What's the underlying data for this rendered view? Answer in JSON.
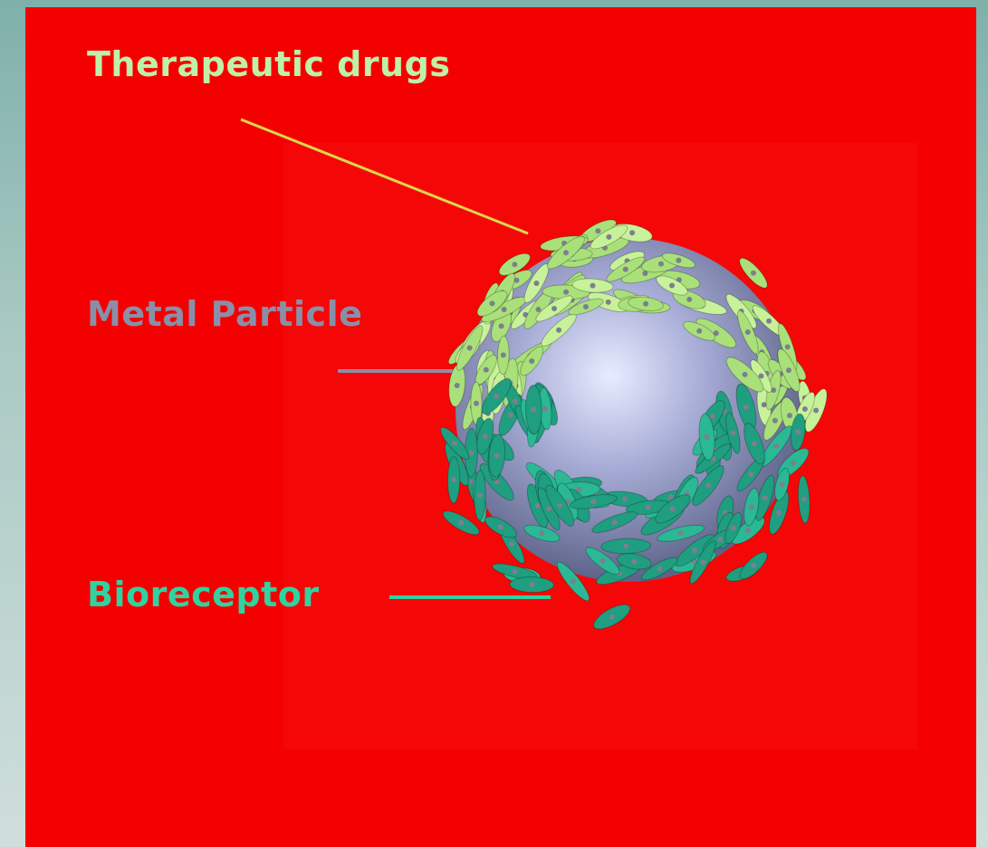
{
  "labels": {
    "therapeutic_drugs": "Therapeutic drugs",
    "metal_particle": "Metal Particle",
    "bioreceptor": "Bioreceptor"
  },
  "colors": {
    "background_panel": "#f50000",
    "therapeutic_drugs": "#bff0a8",
    "metal_particle": "#8a8fa8",
    "bioreceptor": "#2fd3a0",
    "drug_molecule": "#a9e07a",
    "receptor_molecule": "#1f9e80",
    "particle_core": "#9aa0c8"
  }
}
